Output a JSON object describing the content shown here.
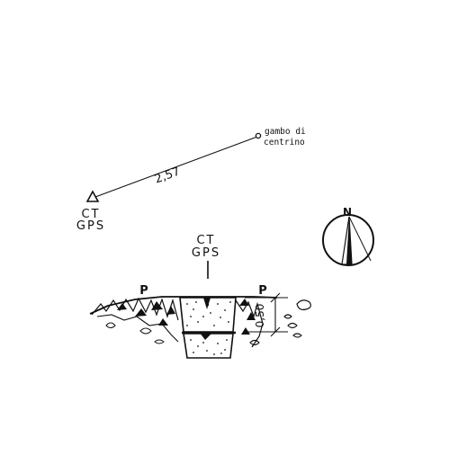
{
  "top_station": {
    "triangle_label_line1": "CT",
    "triangle_label_line2": "GPS",
    "distance_label": "2,57",
    "target_label_line1": "gambo di",
    "target_label_line2": "centrino"
  },
  "section": {
    "label_line1": "CT",
    "label_line2": "GPS",
    "left_point": "P",
    "right_point": "P",
    "depth_label": "0,50"
  },
  "north_arrow": {
    "label": "N"
  }
}
